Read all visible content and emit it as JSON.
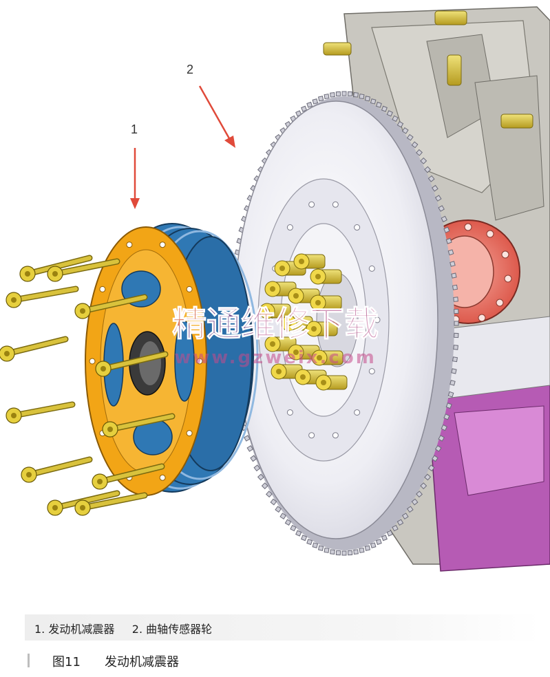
{
  "callouts": {
    "c1": "1",
    "c2": "2"
  },
  "watermark": {
    "line1": "精通维修下载",
    "line2": "www.gzweix.com"
  },
  "legend": {
    "text": "1. 发动机减震器     2. 曲轴传感器轮"
  },
  "caption": {
    "label": "图11",
    "title": "发动机减震器"
  },
  "colors": {
    "damper_orange": "#f2a516",
    "damper_blue": "#2f78b4",
    "bolt_yellow": "#d9c23c",
    "flywheel_white": "#f2f2f6",
    "engine_gray": "#c9c7c0",
    "hub_red": "#e35b4c",
    "engine_purple": "#b04cb0",
    "arrow_red": "#e04a3a"
  }
}
